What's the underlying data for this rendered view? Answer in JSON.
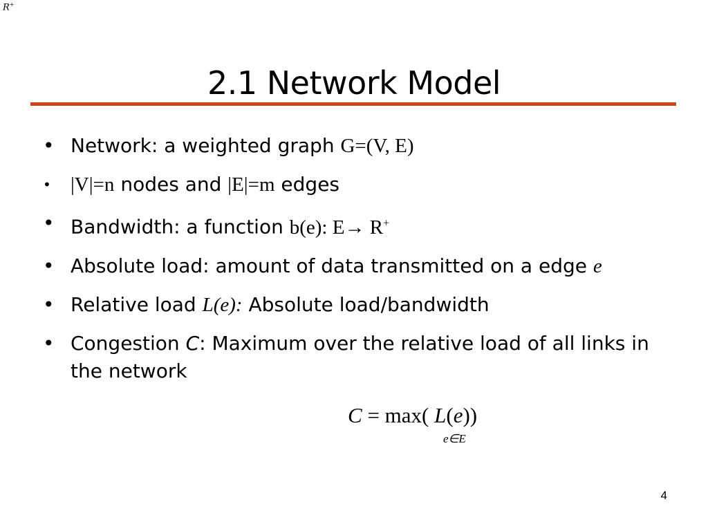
{
  "corner_mark": {
    "base": "R",
    "sup": "+"
  },
  "title": "2.1 Network Model",
  "bullets": [
    {
      "text_1": "Network: a weighted graph ",
      "math_1": "G=(V, E)"
    },
    {
      "math_1": "|V|=n",
      "text_1": " nodes and ",
      "math_2": "|E|=m",
      "text_2": " edges"
    },
    {
      "text_1": "Bandwidth: a function ",
      "math_1": "b(e): E→ R",
      "math_1_sup": "+"
    },
    {
      "text_1": "Absolute load: amount of data transmitted on a edge ",
      "math_1": "e"
    },
    {
      "text_1": "Relative load ",
      "math_1": "L(e):",
      "text_2": " Absolute load/bandwidth"
    },
    {
      "text_1": "Congestion ",
      "text_italic": "C",
      "text_2": ": Maximum over the relative load of all links in the network"
    }
  ],
  "formula": {
    "lhs": "C",
    "eq": " = max( ",
    "fn": "L",
    "arg_open": "(",
    "arg": "e",
    "close": "))",
    "subscript": "e∈E"
  },
  "page_number": "4"
}
